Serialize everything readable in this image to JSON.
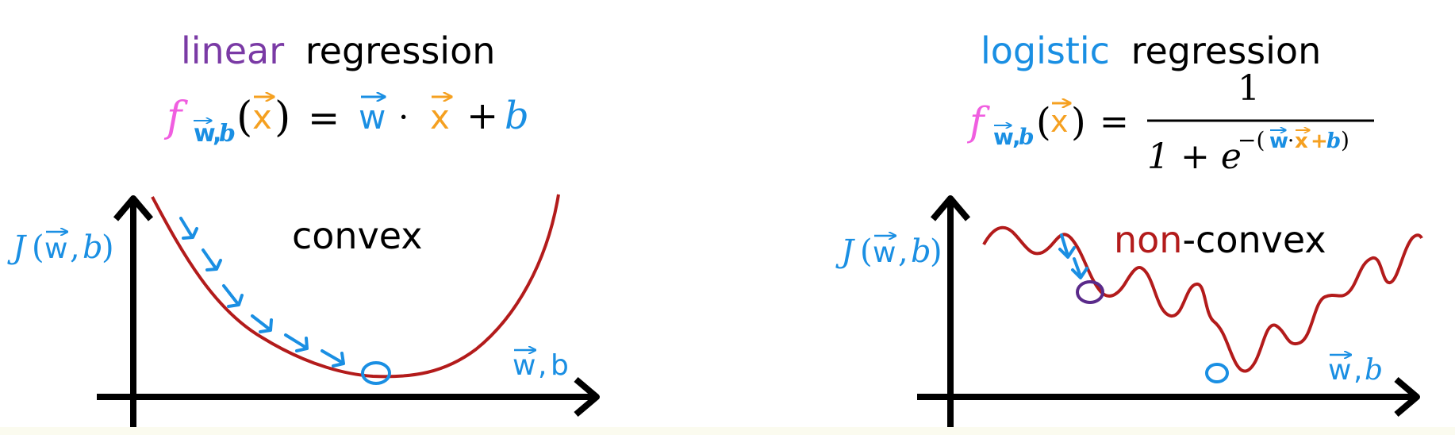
{
  "colors": {
    "purple": "#7a3aa5",
    "blue": "#1a8fe3",
    "pink": "#f05ee0",
    "orange": "#f5a020",
    "red": "#b31b1b",
    "black": "#000000"
  },
  "left_panel": {
    "title_colored": "linear",
    "title_rest": "regression",
    "model_f": "f",
    "model_sub_w": "w",
    "model_sub_comma": ",",
    "model_sub_b": "b",
    "model_x": "x",
    "model_eq": "=",
    "model_w": "w",
    "model_dot": "·",
    "model_x2": "x",
    "model_plus": "+",
    "model_b": "b",
    "y_axis_label_J": "J",
    "y_axis_label_w": "w",
    "y_axis_label_b": "b",
    "x_axis_label_w": "w",
    "x_axis_label_b": "b",
    "curve_label": "convex"
  },
  "right_panel": {
    "title_colored": "logistic",
    "title_rest": "regression",
    "model_f": "f",
    "model_sub_w": "w",
    "model_sub_comma": ",",
    "model_sub_b": "b",
    "model_x": "x",
    "model_eq": "=",
    "numerator": "1",
    "denom_base": "1 + e",
    "exp_minus": "−(",
    "exp_w": "w",
    "exp_dot": "·",
    "exp_x": "x",
    "exp_plus": "+",
    "exp_b": "b",
    "exp_close": ")",
    "y_axis_label_J": "J",
    "y_axis_label_w": "w",
    "y_axis_label_b": "b",
    "x_axis_label_w": "w",
    "x_axis_label_b": "b",
    "curve_label_colored": "non",
    "curve_label_rest": "-convex"
  }
}
